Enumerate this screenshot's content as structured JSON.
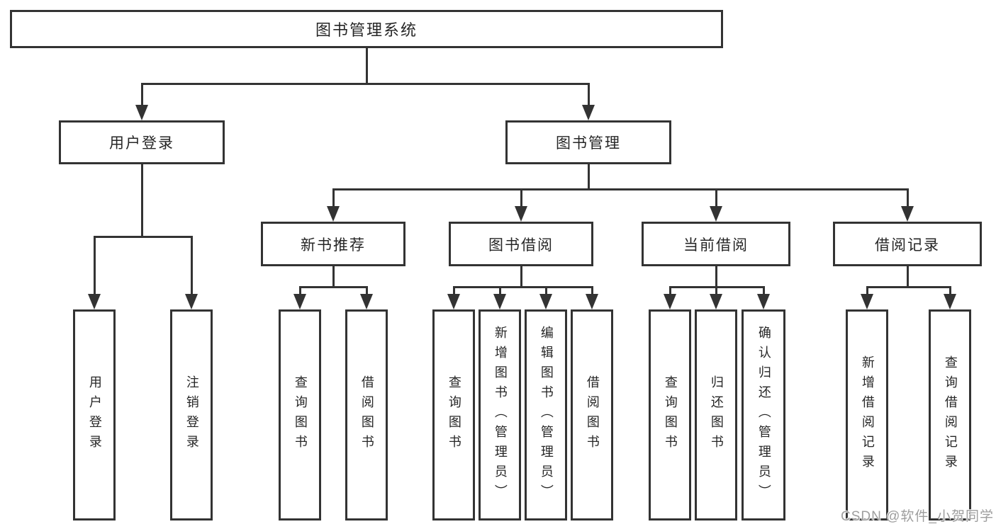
{
  "nodes": {
    "root": "图书管理系统",
    "user_login": "用户登录",
    "book_mgmt": "图书管理",
    "new_book_rec": "新书推荐",
    "book_borrow": "图书借阅",
    "current_borrow": "当前借阅",
    "borrow_record": "借阅记录",
    "ul_login": "用户登录",
    "ul_logout": "注销登录",
    "nb_query": "查询图书",
    "nb_borrow": "借阅图书",
    "bb_query": "查询图书",
    "bb_add": "新增图书（管理员）",
    "bb_edit": "编辑图书（管理员）",
    "bb_borrow": "借阅图书",
    "cb_query": "查询图书",
    "cb_return": "归还图书",
    "cb_confirm": "确认归还（管理员）",
    "br_add": "新增借阅记录",
    "br_query": "查询借阅记录"
  },
  "watermark": "CSDN @软件_小贺同学",
  "colors": {
    "line": "#333333",
    "border": "#333333",
    "text": "#262626",
    "watermark": "#9e9e9e",
    "background": "#ffffff"
  }
}
